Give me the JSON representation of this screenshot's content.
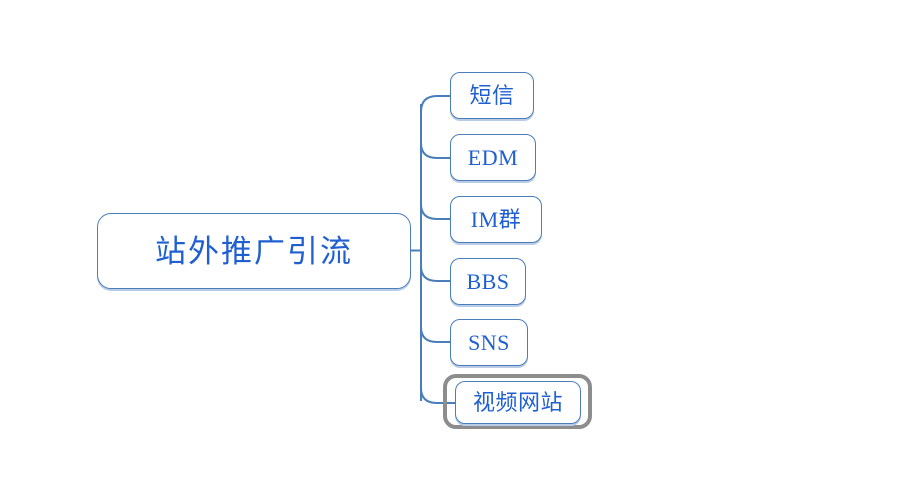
{
  "diagram": {
    "type": "mindmap",
    "background_color": "#ffffff",
    "node_border_color": "#4A7EBB",
    "node_text_color": "#1F5FD0",
    "connector_color": "#4A7EBB",
    "selection_color": "#8d8d8d",
    "root": {
      "label": "站外推广引流"
    },
    "children": [
      {
        "label": "短信",
        "selected": false
      },
      {
        "label": "EDM",
        "selected": false
      },
      {
        "label": "IM群",
        "selected": false
      },
      {
        "label": "BBS",
        "selected": false
      },
      {
        "label": "SNS",
        "selected": false
      },
      {
        "label": "视频网站",
        "selected": true
      }
    ]
  }
}
